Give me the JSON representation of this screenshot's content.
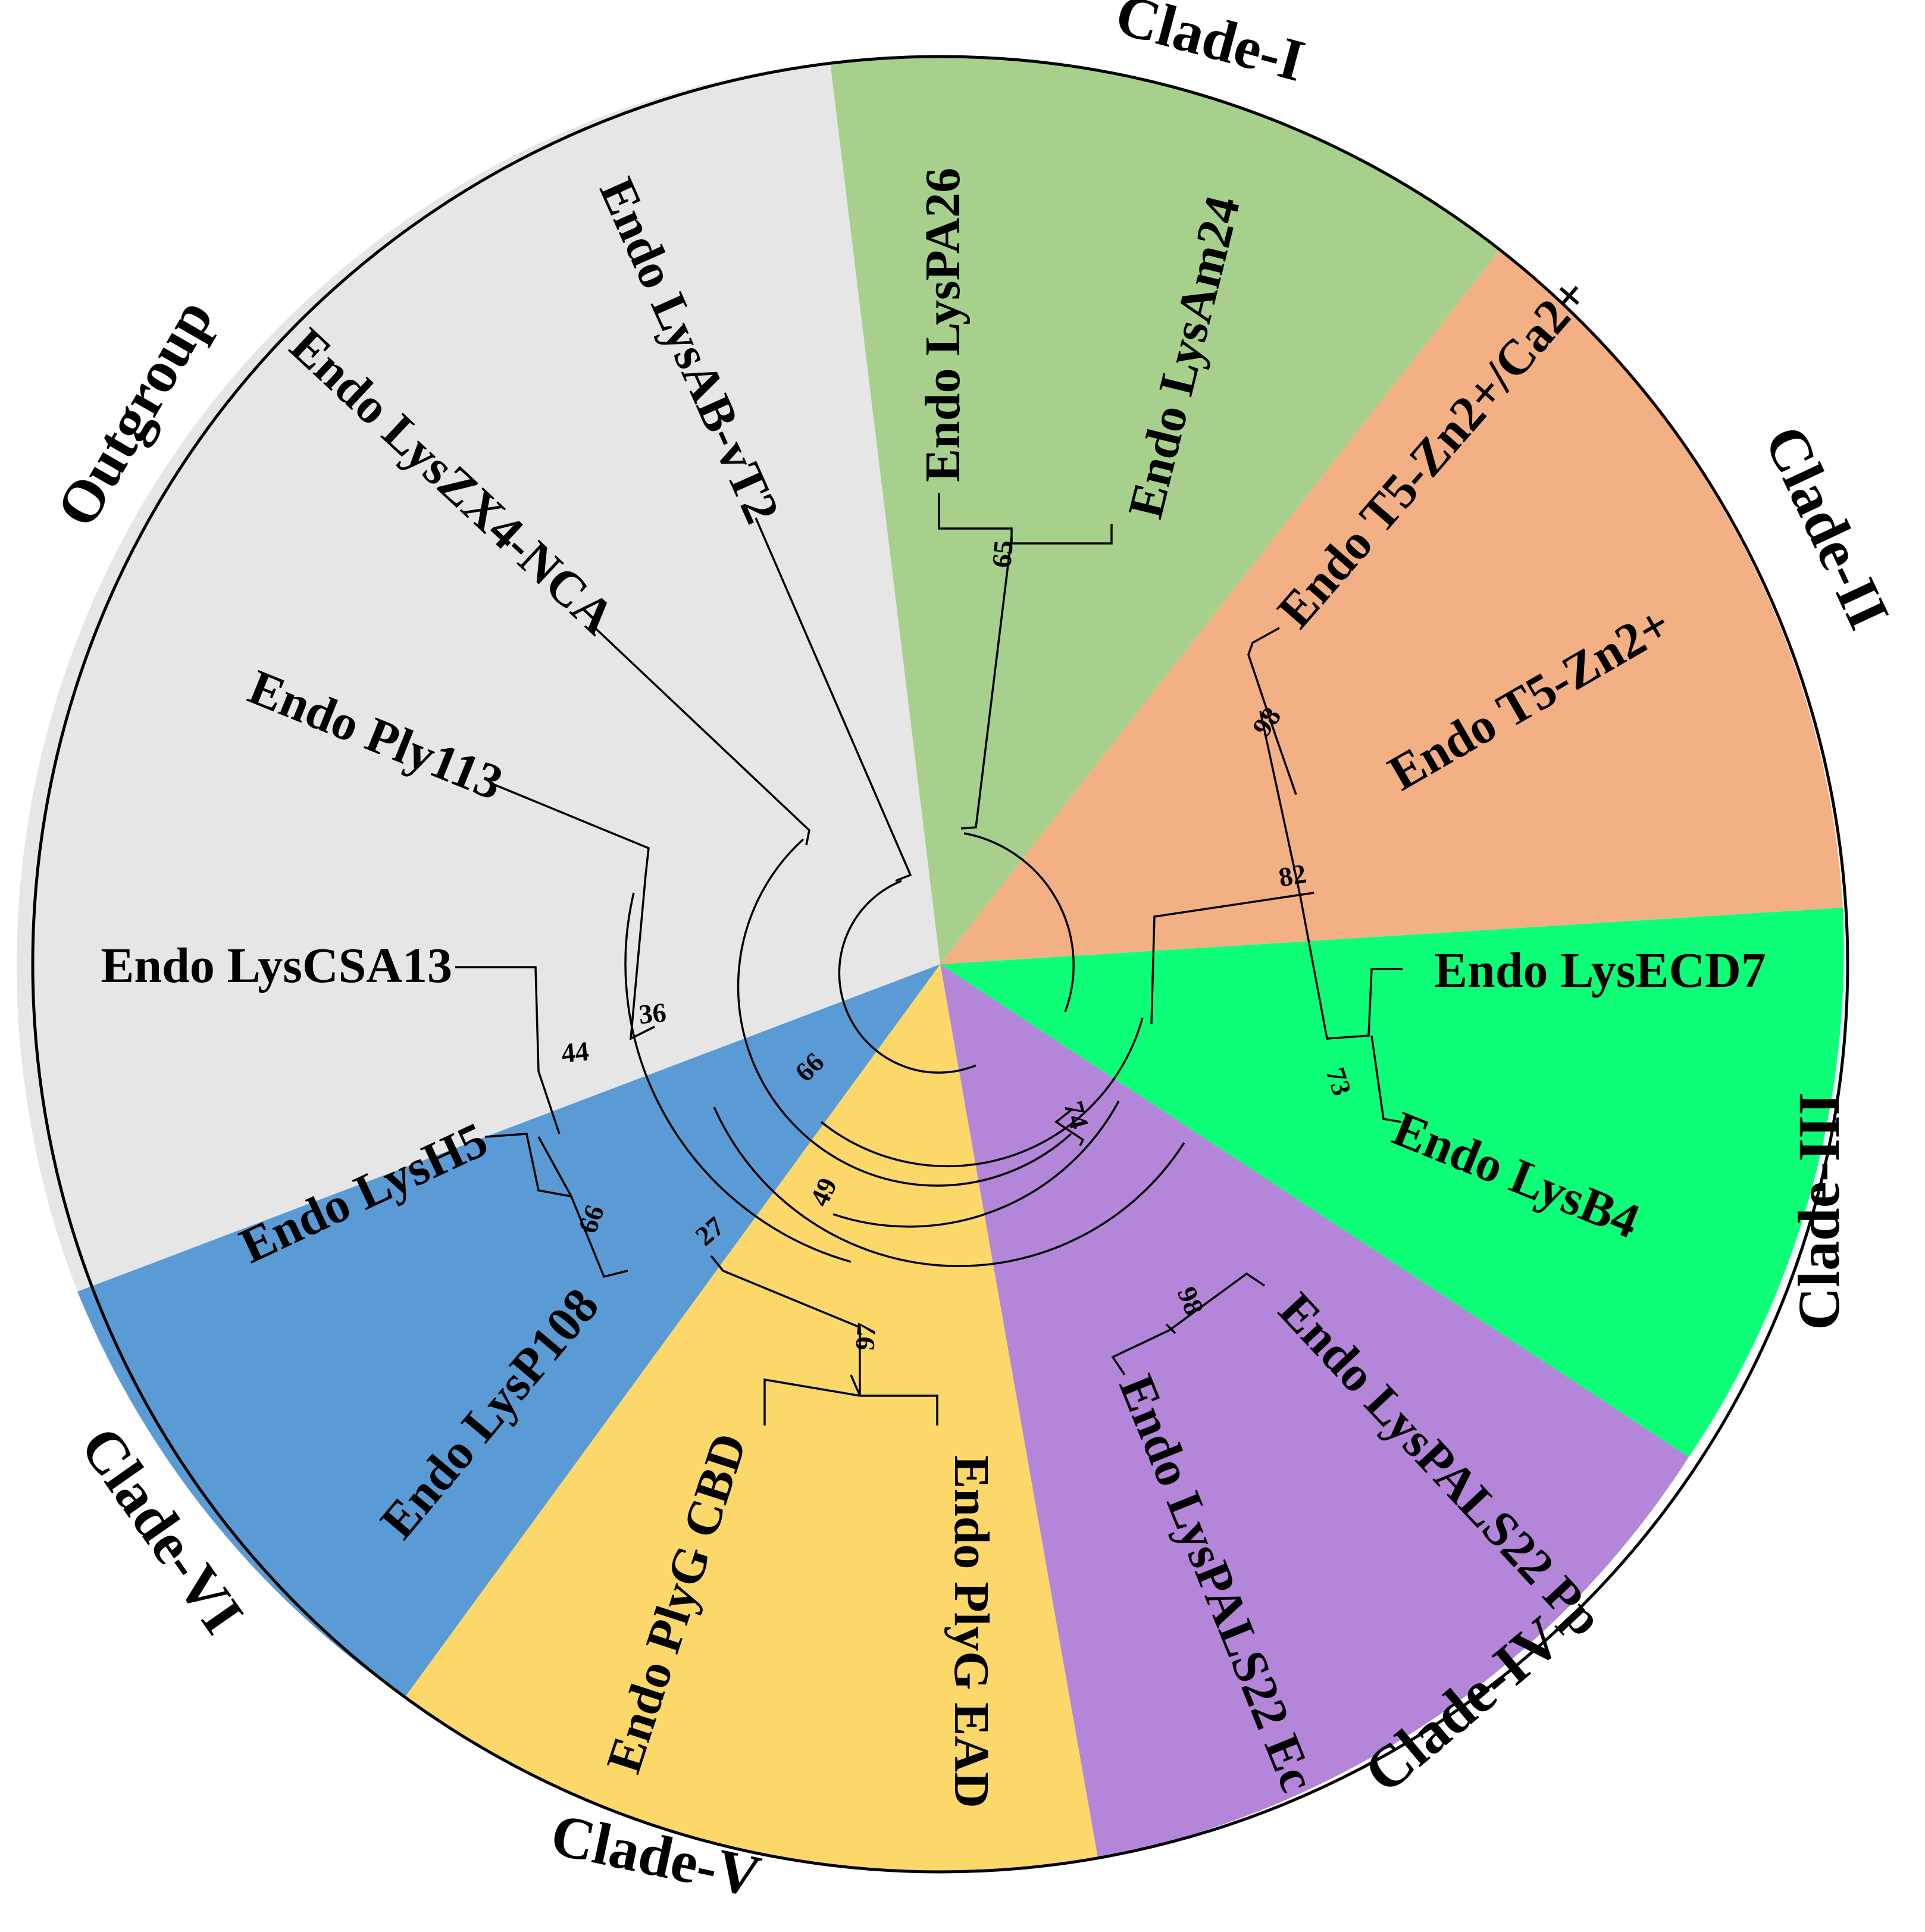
{
  "colors": {
    "clade_I": "#A8D08D",
    "clade_II": "#F3B084",
    "clade_III": "#0DFF78",
    "clade_IV": "#B486D9",
    "clade_V": "#FCD76A",
    "clade_VI": "#5B9BD5",
    "outgroup": "#E6E6E6"
  },
  "clades": [
    {
      "id": "clade_I",
      "label": "Clade-I"
    },
    {
      "id": "clade_II",
      "label": "Clade-II"
    },
    {
      "id": "clade_III",
      "label": "Clade-III"
    },
    {
      "id": "clade_IV",
      "label": "Clade-IV"
    },
    {
      "id": "clade_V",
      "label": "Clade-V"
    },
    {
      "id": "clade_VI",
      "label": "Clade-VI"
    },
    {
      "id": "outgroup",
      "label": "Outgroup"
    }
  ],
  "leaves": [
    {
      "id": "lyspa26",
      "label": "Endo LysPA26"
    },
    {
      "id": "lysam24",
      "label": "Endo LysAm24"
    },
    {
      "id": "t5zn_ca",
      "label": "Endo T5-Zn2+/Ca2+"
    },
    {
      "id": "t5zn",
      "label": "Endo T5-Zn2+"
    },
    {
      "id": "lysecd7",
      "label": "Endo LysECD7"
    },
    {
      "id": "lysb4",
      "label": "Endo LysB4"
    },
    {
      "id": "lyspals22pp",
      "label": "Endo LysPALS22 Pp"
    },
    {
      "id": "lyspals22ec",
      "label": "Endo LysPALS22 Ec"
    },
    {
      "id": "plygead",
      "label": "Endo PlyG EAD"
    },
    {
      "id": "plygcbd",
      "label": "Endo PlyG CBD"
    },
    {
      "id": "lysp108",
      "label": "Endo LysP108"
    },
    {
      "id": "lysh5",
      "label": "Endo LysH5"
    },
    {
      "id": "lyscsa13",
      "label": "Endo LysCSA13"
    },
    {
      "id": "ply113",
      "label": "Endo Ply113"
    },
    {
      "id": "lyszx4",
      "label": "Endo LysZX4-NCA"
    },
    {
      "id": "lysabvt2",
      "label": "Endo LysAB-vT2"
    }
  ],
  "bootstrap": [
    "65",
    "98",
    "82",
    "73",
    "74",
    "98",
    "49",
    "97",
    "66",
    "27",
    "44",
    "66",
    "36"
  ]
}
